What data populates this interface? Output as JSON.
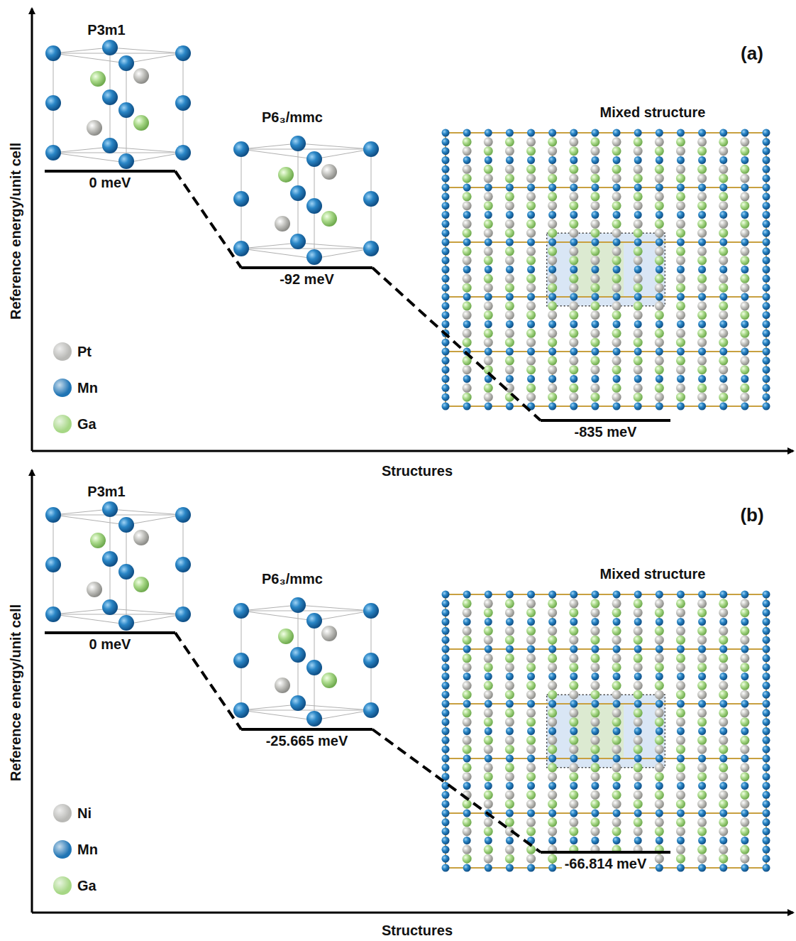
{
  "diagram": {
    "nodes": [
      {
        "text": [
          "0 meV"
        ]
      },
      {
        "text": [
          "-92 meV"
        ]
      },
      {
        "text": [
          "-835 meV"
        ]
      },
      {
        "text": [
          "0 meV"
        ]
      },
      {
        "text": [
          "-25.665 meV"
        ]
      },
      {
        "text": [
          "-66.814 meV"
        ]
      }
    ],
    "edges": [
      {
        "from": 0,
        "to": 1,
        "arrow": "none"
      },
      {
        "from": 1,
        "to": 2,
        "arrow": "none"
      },
      {
        "from": 3,
        "to": 4,
        "arrow": "none"
      },
      {
        "from": 4,
        "to": 5,
        "arrow": "none"
      }
    ],
    "labels": [
      "P3m1",
      "P6₃/mmc",
      "Mixed structure",
      "(a)",
      "Reference energy/unit cell",
      "Structures",
      "P3m1",
      "P6₃/mmc",
      "Mixed structure",
      "(b)",
      "Reference energy/unit cell",
      "Structures"
    ],
    "legend": [
      {
        "text": "Pt",
        "color": "#b9b9b6"
      },
      {
        "text": "Mn",
        "color": "#1f74b4"
      },
      {
        "text": "Ga",
        "color": "#a6d785"
      },
      {
        "text": "Ni",
        "color": "#b9b9b6"
      },
      {
        "text": "Mn",
        "color": "#1f74b4"
      },
      {
        "text": "Ga",
        "color": "#a6d785"
      }
    ]
  }
}
